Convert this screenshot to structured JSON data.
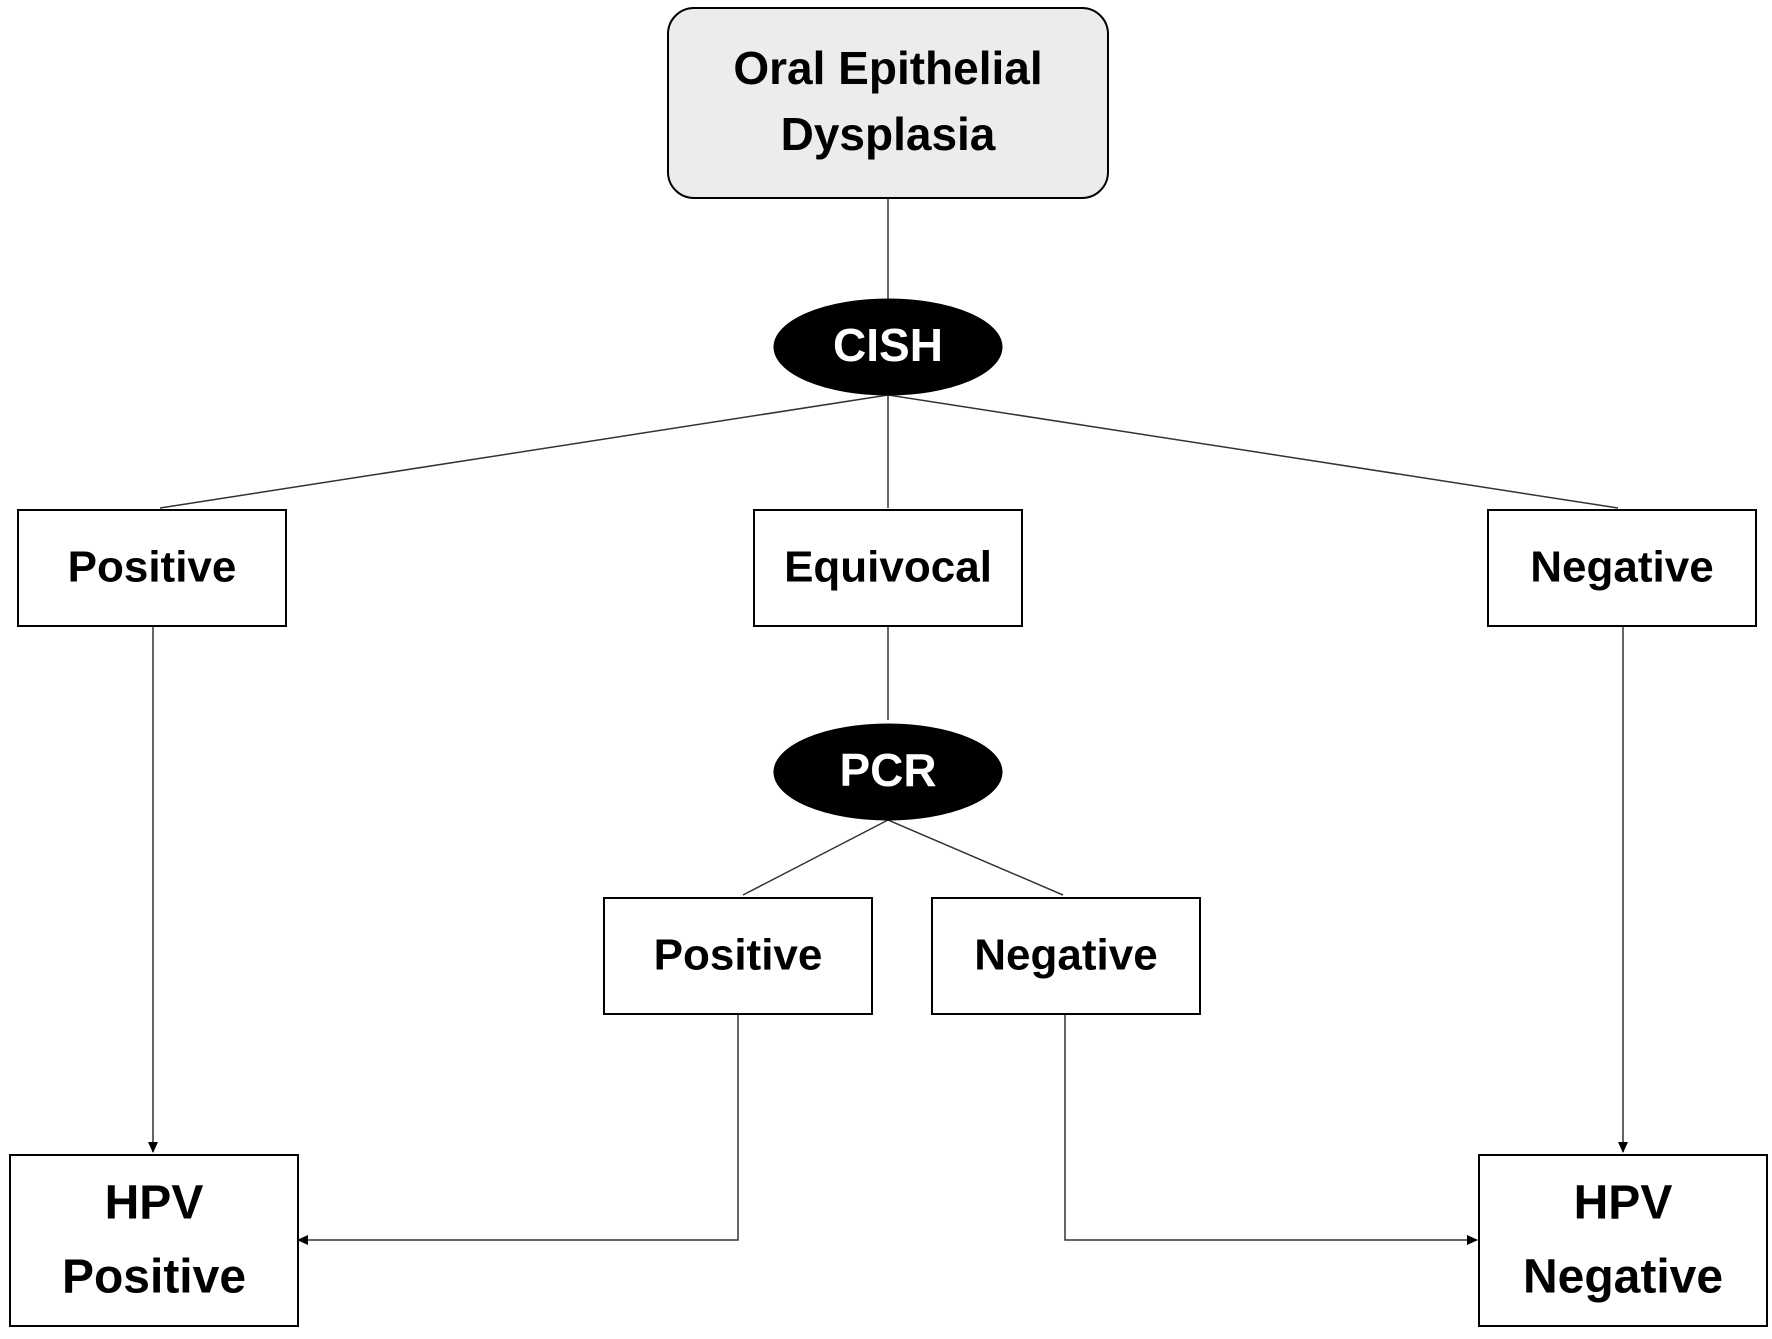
{
  "diagram": {
    "root": {
      "line1": "Oral Epithelial",
      "line2": "Dysplasia"
    },
    "test1": {
      "label": "CISH"
    },
    "cish_results": {
      "positive": "Positive",
      "equivocal": "Equivocal",
      "negative": "Negative"
    },
    "test2": {
      "label": "PCR"
    },
    "pcr_results": {
      "positive": "Positive",
      "negative": "Negative"
    },
    "outcomes": {
      "hpv_positive": {
        "line1": "HPV",
        "line2": "Positive"
      },
      "hpv_negative": {
        "line1": "HPV",
        "line2": "Negative"
      }
    }
  }
}
